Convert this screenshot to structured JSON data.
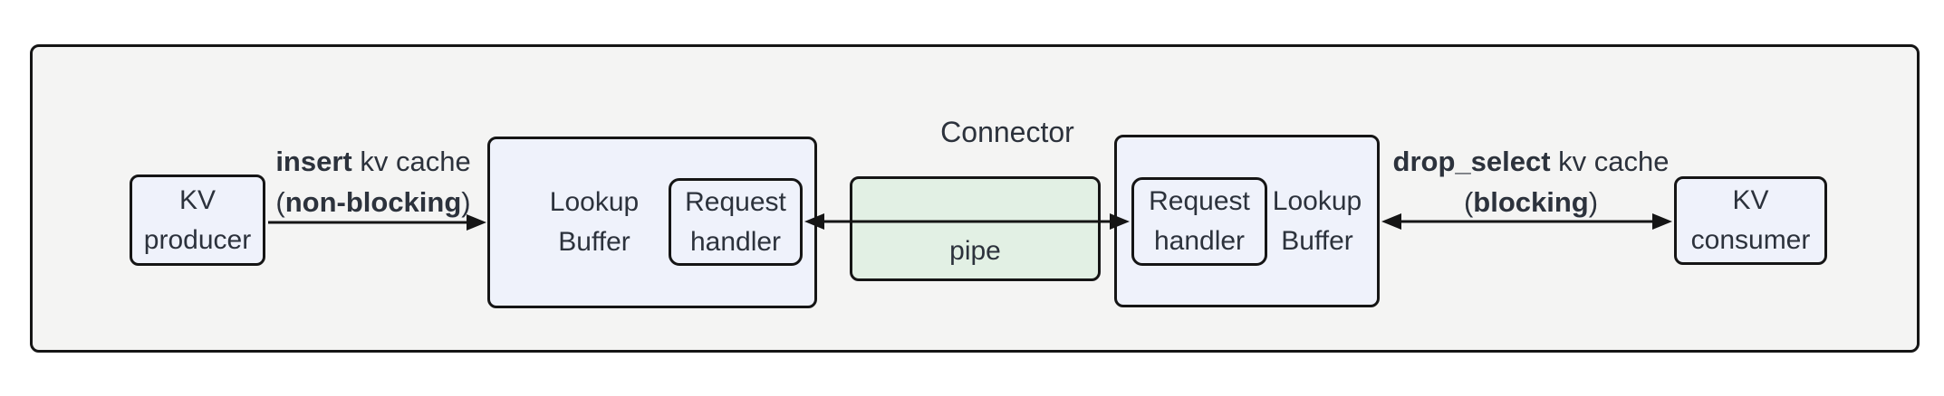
{
  "title": "Connector",
  "nodes": {
    "kv_producer": {
      "line1": "KV",
      "line2": "producer"
    },
    "lookup_buffer_left": {
      "line1": "Lookup",
      "line2": "Buffer"
    },
    "request_handler_left": {
      "line1": "Request",
      "line2": "handler"
    },
    "pipe": {
      "label": "pipe"
    },
    "request_handler_right": {
      "line1": "Request",
      "line2": "handler"
    },
    "lookup_buffer_right": {
      "line1": "Lookup",
      "line2": "Buffer"
    },
    "kv_consumer": {
      "line1": "KV",
      "line2": "consumer"
    }
  },
  "edges": {
    "insert": {
      "op": "insert",
      "suffix": " kv cache",
      "open": "(",
      "mode": "non-blocking",
      "close": ")"
    },
    "drop_select": {
      "op": "drop_select",
      "suffix": " kv cache",
      "open": "(",
      "mode": "blocking",
      "close": ")"
    }
  },
  "colors": {
    "node_fill": "#eff2fb",
    "pipe_fill": "#e2f0e4",
    "container_fill": "#f4f4f3",
    "border": "#151515",
    "text": "#2c323c"
  }
}
